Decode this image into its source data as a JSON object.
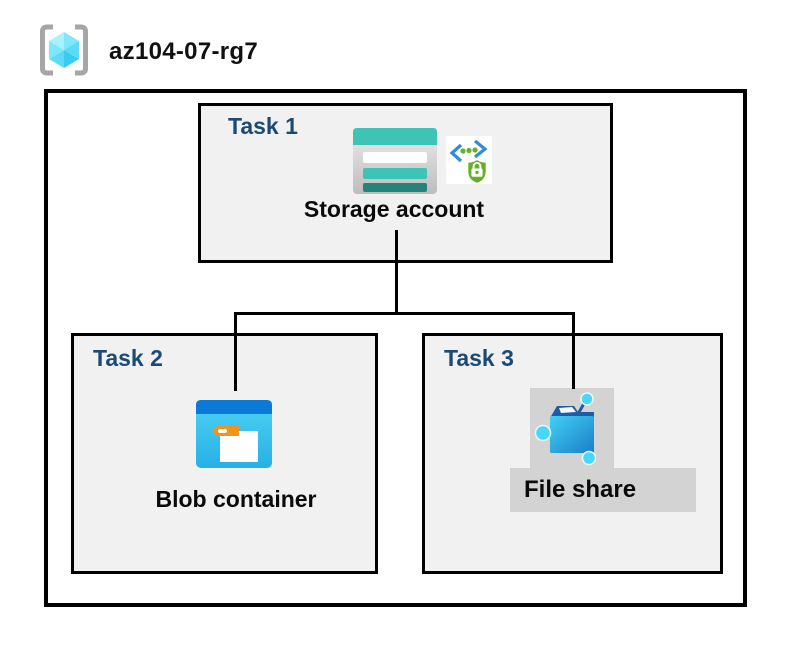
{
  "resource_group": {
    "name": "az104-07-rg7",
    "icon": "resource-group-icon"
  },
  "tasks": [
    {
      "label": "Task 1",
      "entity": "Storage account",
      "icons": [
        "storage-account-icon",
        "shared-access-signature-icon"
      ]
    },
    {
      "label": "Task 2",
      "entity": "Blob container",
      "icons": [
        "blob-container-icon"
      ]
    },
    {
      "label": "Task 3",
      "entity": "File share",
      "icons": [
        "file-share-icon"
      ]
    }
  ],
  "connections": [
    {
      "from": "Storage account",
      "to": "Blob container"
    },
    {
      "from": "Storage account",
      "to": "File share"
    }
  ],
  "colors": {
    "task_label_navy": "#1c4a74",
    "box_fill": "#f1f1f1",
    "outline_black": "#000000",
    "gray_panel": "#d3d3d3",
    "storage_teal": "#3dc4b4",
    "storage_teal_dark": "#26837a",
    "azure_blue": "#0b7ad7",
    "tag_orange": "#f0931f",
    "share_node_cyan": "#47d7f9",
    "share_navy": "#1e5ca9",
    "sas_chevron_blue": "#2e8be0",
    "sas_green": "#68ae28",
    "cube_cyan_light": "#a9f1fc",
    "cube_cyan_mid": "#7ee7f9",
    "cube_cyan": "#5cdaf6",
    "cube_cyan_dark": "#38ccef",
    "bracket_gray": "#a6a6a6"
  }
}
